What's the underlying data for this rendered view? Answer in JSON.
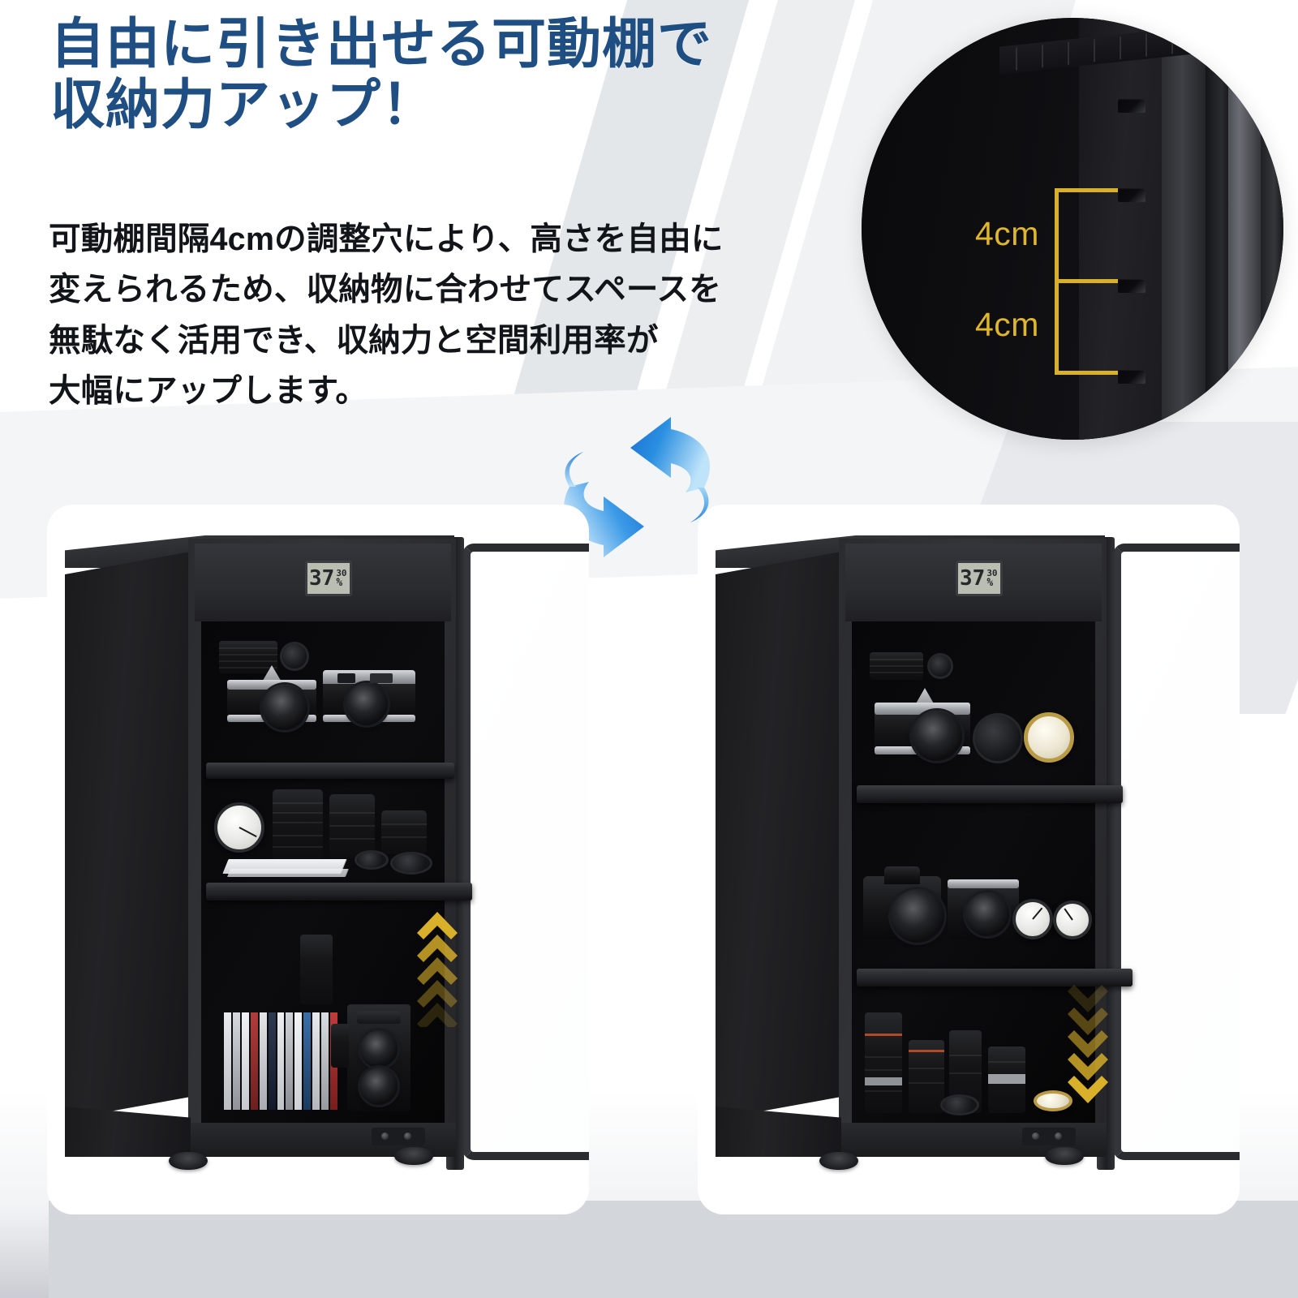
{
  "headline": {
    "line1": "自由に引き出せる可動棚で",
    "line2": "収納力アップ！",
    "color": "#1f4e83"
  },
  "body": {
    "line1": "可動棚間隔4cmの調整穴により、高さを自由に",
    "line2": "変えられるため、収納物に合わせてスペースを",
    "line3": "無駄なく活用でき、収納力と空間利用率が",
    "line4": "大幅にアップします。"
  },
  "inset": {
    "name": "shelf-hole-closeup",
    "accent_color": "#d9b02a",
    "measure_top": "4cm",
    "measure_bottom": "4cm"
  },
  "swap": {
    "name": "swap-arrows",
    "color_dark": "#1477d6",
    "color_light": "#8fd0f5"
  },
  "cards": [
    {
      "name": "cabinet-narrow-shelves",
      "hygrometer": {
        "humidity": "37",
        "temperature": "30",
        "unit": "%"
      },
      "chevron": {
        "direction": "up",
        "color": "#d9b02a",
        "count": 5
      },
      "shelves": [
        {
          "label": "top-shelf",
          "contents": "film-cameras"
        },
        {
          "label": "middle-shelf",
          "contents": "lenses-gauge-discs"
        },
        {
          "label": "bottom-compartment",
          "contents": "cd-cases-tlr-camera"
        }
      ]
    },
    {
      "name": "cabinet-wide-shelves",
      "hygrometer": {
        "humidity": "37",
        "temperature": "30",
        "unit": "%"
      },
      "chevron": {
        "direction": "down",
        "color": "#d9b02a",
        "count": 5
      },
      "shelves": [
        {
          "label": "top-shelf",
          "contents": "camera-filters-clock"
        },
        {
          "label": "middle-shelf",
          "contents": "dslr-cameras-clocks"
        },
        {
          "label": "bottom-compartment",
          "contents": "telephoto-lenses"
        }
      ]
    }
  ]
}
